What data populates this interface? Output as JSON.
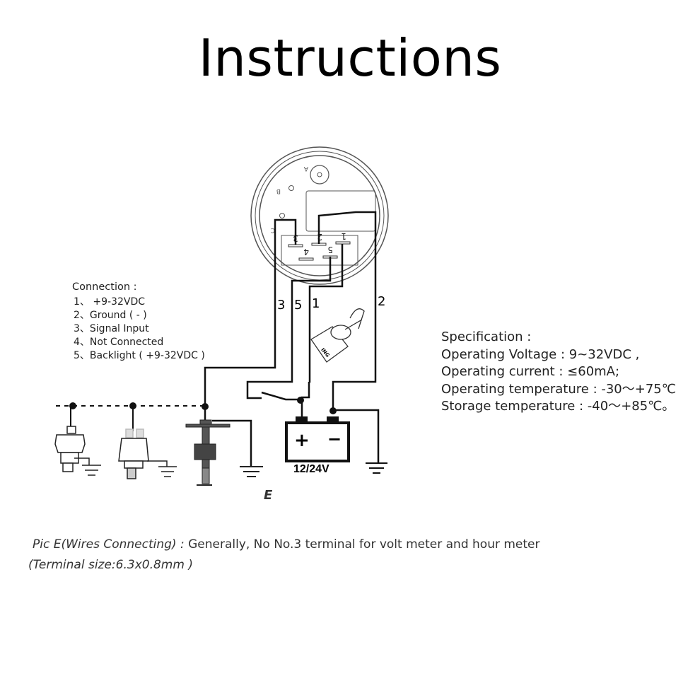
{
  "title": "Instructions",
  "gauge": {
    "labels": [
      "A",
      "B",
      "C"
    ],
    "terminals": [
      "1",
      "2",
      "3",
      "4",
      "5"
    ]
  },
  "wire_labels": {
    "w3": "3",
    "w5": "5",
    "w1": "1",
    "w2": "2"
  },
  "switch_label": "ING",
  "connection": {
    "heading": "Connection :",
    "items": [
      "1、 +9-32VDC",
      "2、Ground ( - )",
      "3、Signal  Input",
      "4、Not Connected",
      "5、Backlight ( +9-32VDC )"
    ]
  },
  "specification": {
    "heading": "Specification :",
    "items": [
      "Operating Voltage : 9~32VDC ,",
      "Operating current : ≤60mA;",
      "Operating temperature : -30～+75℃",
      "Storage temperature : -40～+85℃。"
    ]
  },
  "battery": {
    "plus": "+",
    "minus": "−",
    "label": "12/24V"
  },
  "pic_label": "E",
  "note": {
    "prefix": "Pic E(Wires Connecting) :",
    "text": " Generally, No No.3 terminal for volt meter and hour meter",
    "terminal_size": "(Terminal size:6.3x0.8mm )"
  }
}
